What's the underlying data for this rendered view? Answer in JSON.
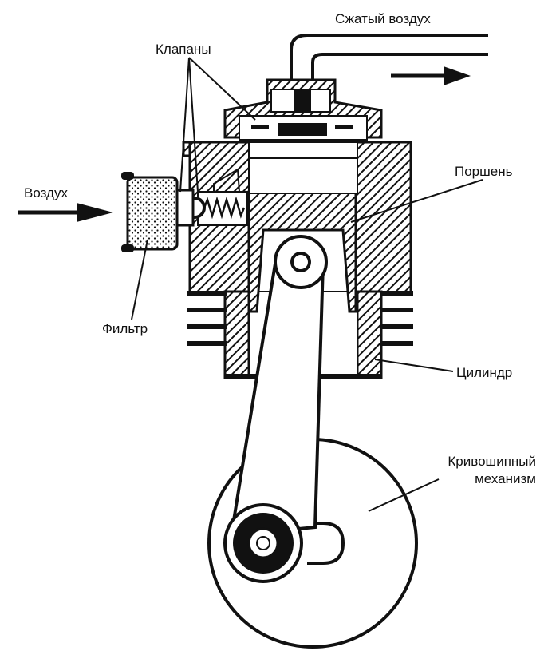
{
  "labels": {
    "compressed_air": "Сжатый воздух",
    "valves": "Клапаны",
    "piston": "Поршень",
    "air": "Воздух",
    "filter": "Фильтр",
    "cylinder": "Цилиндр",
    "crank_line1": "Кривошипный",
    "crank_line2": "механизм"
  },
  "colors": {
    "ink": "#111111",
    "background": "#ffffff"
  }
}
